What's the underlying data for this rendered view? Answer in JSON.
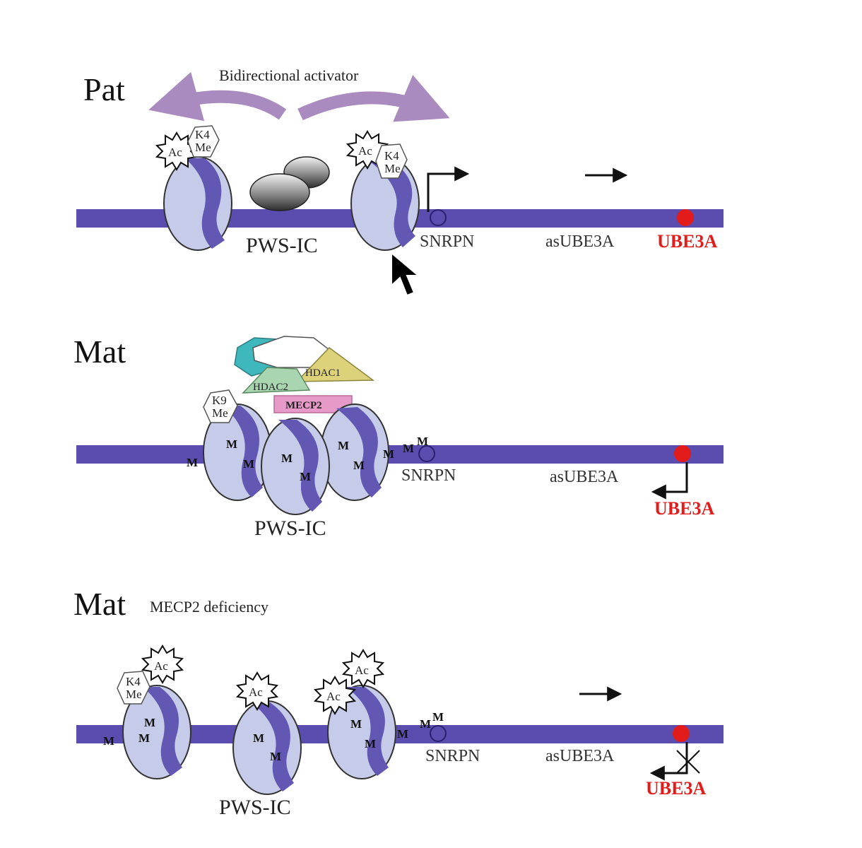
{
  "panels": [
    {
      "title": "Pat",
      "note": "Bidirectional activator",
      "region": "PWS-IC",
      "genes": {
        "snrpn": "SNRPN",
        "asube": "asUBE3A",
        "ube": "UBE3A"
      },
      "marks": {
        "ac": "Ac",
        "k4": "K4",
        "me": "Me"
      }
    },
    {
      "title": "Mat",
      "region": "PWS-IC",
      "genes": {
        "snrpn": "SNRPN",
        "asube": "asUBE3A",
        "ube": "UBE3A"
      },
      "marks": {
        "k9": "K9",
        "me": "Me",
        "m": "M"
      },
      "proteins": {
        "hdac1": "HDAC1",
        "hdac2": "HDAC2",
        "mecp2": "MECP2"
      }
    },
    {
      "title": "Mat",
      "note": "MECP2 deficiency",
      "region": "PWS-IC",
      "genes": {
        "snrpn": "SNRPN",
        "asube": "asUBE3A",
        "ube": "UBE3A"
      },
      "marks": {
        "ac": "Ac",
        "k4": "K4",
        "me": "Me",
        "m": "M"
      }
    }
  ],
  "colors": {
    "dna": "#5b4db0",
    "nucleosome_fill": "#c5cbe8",
    "nucleosome_band": "#6357b4",
    "activator_arrow": "#a98bbf",
    "ube3a": "#e21b1b",
    "hdac1": "#ddd27a",
    "hdac2": "#a9d6b0",
    "mecp2": "#e79ac8",
    "teal_protein": "#3fb8bd"
  },
  "icons": [
    "cursor-pointer-icon",
    "transcription-arrow-icon",
    "inhibition-x-icon"
  ]
}
